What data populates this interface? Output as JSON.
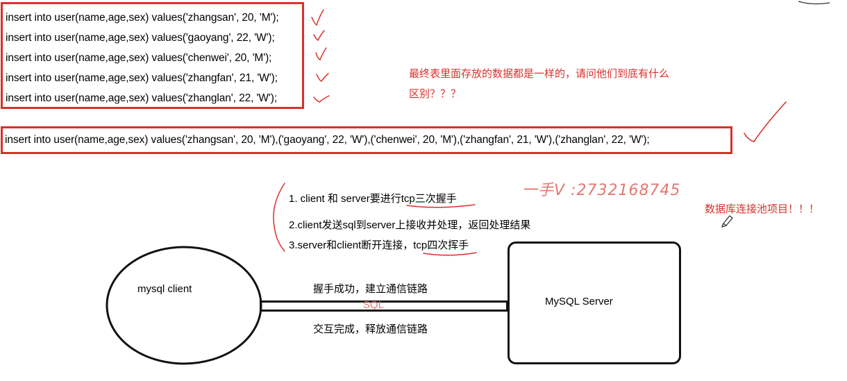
{
  "sql_statements": [
    "insert into user(name,age,sex) values('zhangsan', 20, 'M');",
    "insert into user(name,age,sex) values('gaoyang', 22, 'W');",
    "insert into user(name,age,sex) values('chenwei', 20, 'M');",
    "insert into user(name,age,sex) values('zhangfan', 21, 'W');",
    "insert into user(name,age,sex) values('zhanglan', 22, 'W');"
  ],
  "batch_sql": "insert into user(name,age,sex) values('zhangsan', 20, 'M'),('gaoyang', 22, 'W'),('chenwei', 20, 'M'),('zhangfan', 21, 'W'),('zhanglan', 22, 'W');",
  "question_line1": "最终表里面存放的数据都是一样的，请问他们到底有什么",
  "question_line2": "区别？？？",
  "steps": [
    "1. client 和 server要进行tcp三次握手",
    "2.client发送sql到server上接收并处理，返回处理结果",
    "3.server和client断开连接，tcp四次挥手"
  ],
  "watermark": "一手V :2732168745",
  "project_note": "数据库连接池项目！！！",
  "client_label": "mysql  client",
  "server_label": "MySQL   Server",
  "link_top_label": "握手成功，建立通信链路",
  "link_middle_label": "SQL",
  "link_bottom_label": "交互完成，释放通信链路",
  "colors": {
    "annotation_red": "#d9302a",
    "outline": "#111111"
  }
}
